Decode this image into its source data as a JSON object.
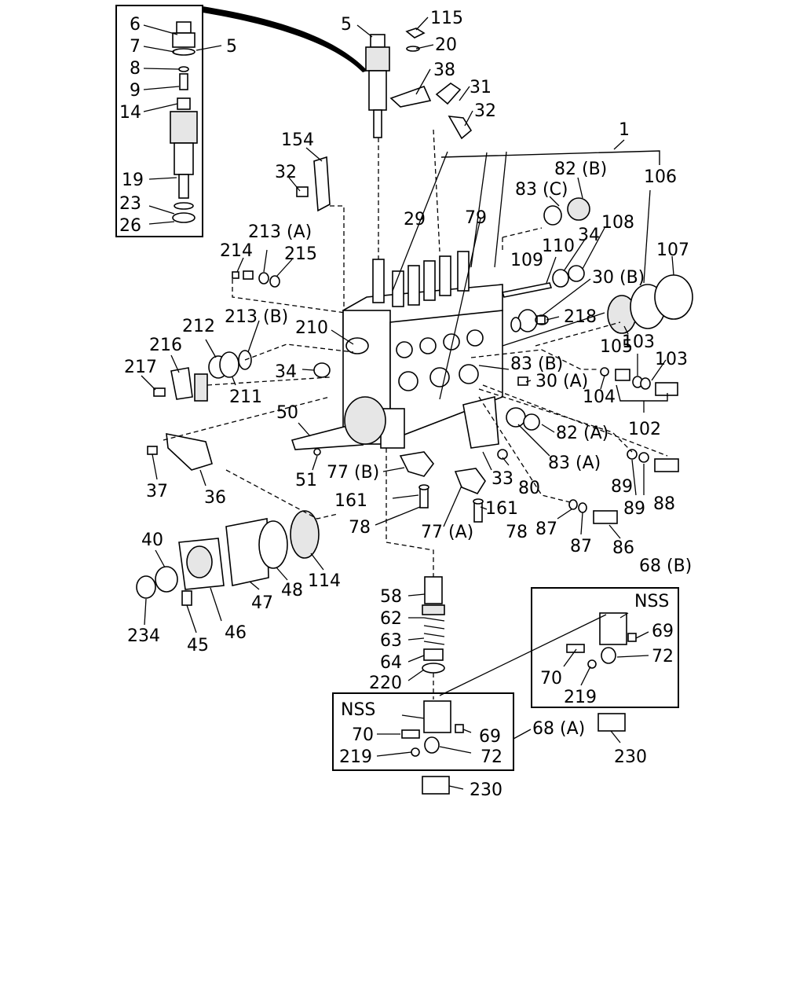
{
  "labels": {
    "l115": "115",
    "l5a": "5",
    "l20": "20",
    "l38": "38",
    "l31": "31",
    "l32a": "32",
    "l6": "6",
    "l7": "7",
    "l5b": "5",
    "l8": "8",
    "l9": "9",
    "l14": "14",
    "l19": "19",
    "l23": "23",
    "l26": "26",
    "l154": "154",
    "l32b": "32",
    "l1": "1",
    "l82b": "82 (B)",
    "l106": "106",
    "l83c": "83 (C)",
    "l29": "29",
    "l79": "79",
    "l108": "108",
    "l34a": "34",
    "l110": "110",
    "l109": "109",
    "l107": "107",
    "l30b": "30 (B)",
    "l213a": "213 (A)",
    "l214": "214",
    "l215": "215",
    "l213b": "213 (B)",
    "l210": "210",
    "l212": "212",
    "l216": "216",
    "l217": "217",
    "l211": "211",
    "l34b": "34",
    "l218": "218",
    "l105": "105",
    "l103a": "103",
    "l103b": "103",
    "l83b": "83 (B)",
    "l30a": "30 (A)",
    "l104": "104",
    "l102": "102",
    "l50": "50",
    "l82a": "82 (A)",
    "l83a": "83 (A)",
    "l51": "51",
    "l77b": "77 (B)",
    "l33": "33",
    "l80": "80",
    "l89a": "89",
    "l89b": "89",
    "l88": "88",
    "l37": "37",
    "l36": "36",
    "l161a": "161",
    "l161b": "161",
    "l78a": "78",
    "l78b": "78",
    "l77a": "77 (A)",
    "l87a": "87",
    "l87b": "87",
    "l86": "86",
    "l40": "40",
    "l114": "114",
    "l47": "47",
    "l48": "48",
    "l234": "234",
    "l45": "45",
    "l46": "46",
    "l68b": "68 (B)",
    "l58": "58",
    "l62": "62",
    "l63": "63",
    "l64": "64",
    "l220": "220",
    "lnss1": "NSS",
    "l69a": "69",
    "l70a": "70",
    "l72a": "72",
    "l219a": "219",
    "l230a": "230",
    "lnss2": "NSS",
    "l70b": "70",
    "l69b": "69",
    "l68a": "68 (A)",
    "l219b": "219",
    "l72b": "72",
    "l230b": "230"
  }
}
